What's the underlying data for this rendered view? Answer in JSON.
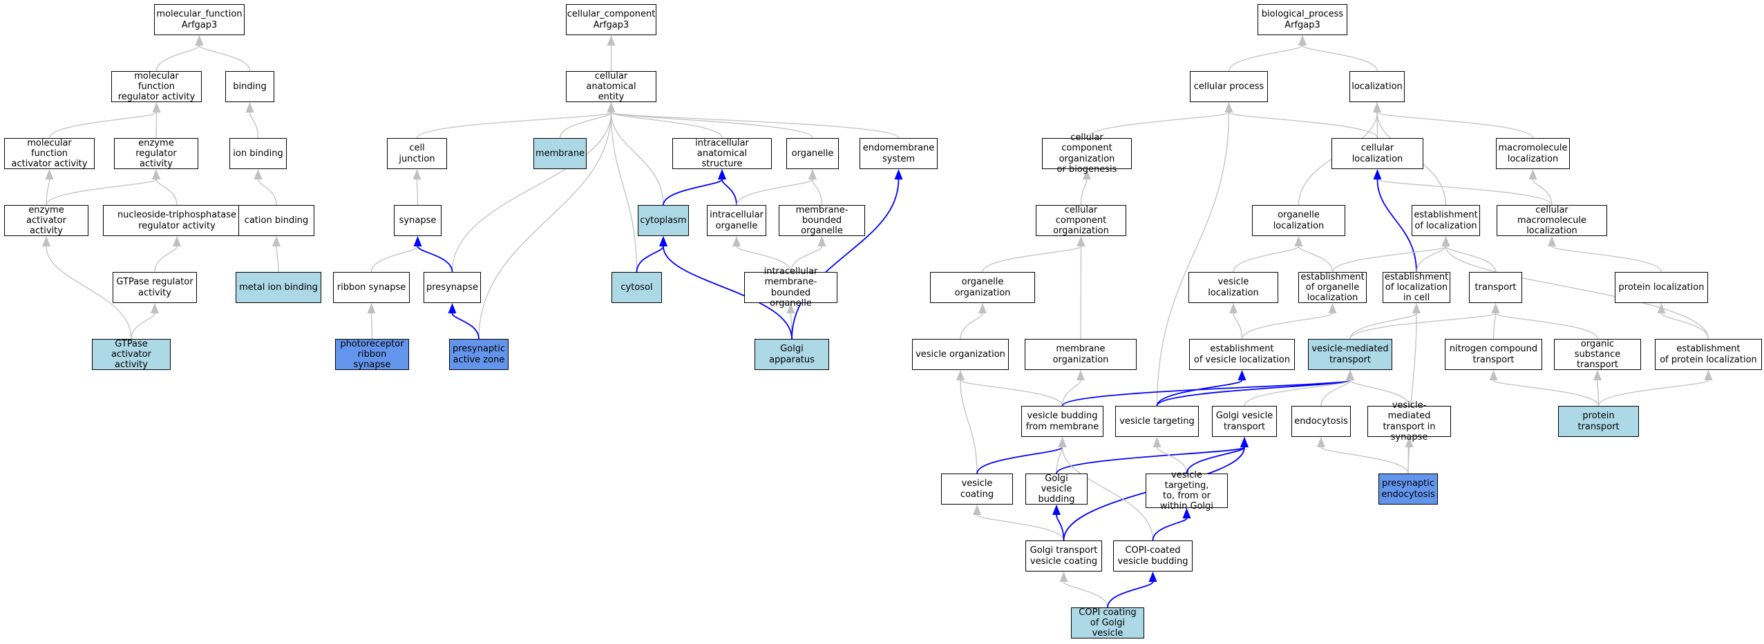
{
  "colors": {
    "default_fill": "#ffffff",
    "annotated_fill": "#add8e6",
    "highlight_fill": "#6495ed",
    "is_a_edge": "#c0c0c0",
    "part_of_edge": "#0000ff"
  },
  "nodes": [
    {
      "id": "mf",
      "label": "molecular_function\nArfgap3",
      "fill": "default"
    },
    {
      "id": "mfra",
      "label": "molecular function\nregulator activity",
      "fill": "default"
    },
    {
      "id": "binding",
      "label": "binding",
      "fill": "default"
    },
    {
      "id": "mfaa",
      "label": "molecular function\nactivator activity",
      "fill": "default"
    },
    {
      "id": "era",
      "label": "enzyme regulator\nactivity",
      "fill": "default"
    },
    {
      "id": "ionb",
      "label": "ion binding",
      "fill": "default"
    },
    {
      "id": "eaa",
      "label": "enzyme activator\nactivity",
      "fill": "default"
    },
    {
      "id": "ntpra",
      "label": "nucleoside-triphosphatase\nregulator activity",
      "fill": "default"
    },
    {
      "id": "cationb",
      "label": "cation binding",
      "fill": "default"
    },
    {
      "id": "gtpra",
      "label": "GTPase regulator\nactivity",
      "fill": "default"
    },
    {
      "id": "metalb",
      "label": "metal ion binding",
      "fill": "annotated"
    },
    {
      "id": "gtpaa",
      "label": "GTPase activator\nactivity",
      "fill": "annotated"
    },
    {
      "id": "cc",
      "label": "cellular_component\nArfgap3",
      "fill": "default"
    },
    {
      "id": "cae",
      "label": "cellular anatomical\nentity",
      "fill": "default"
    },
    {
      "id": "celljunction",
      "label": "cell junction",
      "fill": "default"
    },
    {
      "id": "membrane",
      "label": "membrane",
      "fill": "annotated"
    },
    {
      "id": "ias",
      "label": "intracellular\nanatomical structure",
      "fill": "default"
    },
    {
      "id": "organelle",
      "label": "organelle",
      "fill": "default"
    },
    {
      "id": "endomem",
      "label": "endomembrane\nsystem",
      "fill": "default"
    },
    {
      "id": "synapse",
      "label": "synapse",
      "fill": "default"
    },
    {
      "id": "cytoplasm",
      "label": "cytoplasm",
      "fill": "annotated"
    },
    {
      "id": "intraorg",
      "label": "intracellular\norganelle",
      "fill": "default"
    },
    {
      "id": "mbo",
      "label": "membrane-bounded\norganelle",
      "fill": "default"
    },
    {
      "id": "ribbon",
      "label": "ribbon synapse",
      "fill": "default"
    },
    {
      "id": "presyn",
      "label": "presynapse",
      "fill": "default"
    },
    {
      "id": "cytosol",
      "label": "cytosol",
      "fill": "annotated"
    },
    {
      "id": "imbo",
      "label": "intracellular\nmembrane-bounded\norganelle",
      "fill": "default"
    },
    {
      "id": "photoribbon",
      "label": "photoreceptor\nribbon synapse",
      "fill": "highlight"
    },
    {
      "id": "activezone",
      "label": "presynaptic\nactive zone",
      "fill": "highlight"
    },
    {
      "id": "golgi",
      "label": "Golgi apparatus",
      "fill": "annotated"
    },
    {
      "id": "bp",
      "label": "biological_process\nArfgap3",
      "fill": "default"
    },
    {
      "id": "cellproc",
      "label": "cellular process",
      "fill": "default"
    },
    {
      "id": "localization",
      "label": "localization",
      "fill": "default"
    },
    {
      "id": "ccob",
      "label": "cellular component\norganization\nor biogenesis",
      "fill": "default"
    },
    {
      "id": "celloc",
      "label": "cellular localization",
      "fill": "default"
    },
    {
      "id": "macroloc",
      "label": "macromolecule\nlocalization",
      "fill": "default"
    },
    {
      "id": "cco",
      "label": "cellular component\norganization",
      "fill": "default"
    },
    {
      "id": "orgloc",
      "label": "organelle localization",
      "fill": "default"
    },
    {
      "id": "estloc",
      "label": "establishment\nof localization",
      "fill": "default"
    },
    {
      "id": "cmacroloc",
      "label": "cellular macromolecule\nlocalization",
      "fill": "default"
    },
    {
      "id": "orgorg",
      "label": "organelle organization",
      "fill": "default"
    },
    {
      "id": "vesloc",
      "label": "vesicle localization",
      "fill": "default"
    },
    {
      "id": "estorgloc",
      "label": "establishment\nof organelle\nlocalization",
      "fill": "default"
    },
    {
      "id": "estlocincell",
      "label": "establishment\nof localization\nin cell",
      "fill": "default"
    },
    {
      "id": "transport",
      "label": "transport",
      "fill": "default"
    },
    {
      "id": "protloc",
      "label": "protein localization",
      "fill": "default"
    },
    {
      "id": "vesorg",
      "label": "vesicle organization",
      "fill": "default"
    },
    {
      "id": "memorg",
      "label": "membrane organization",
      "fill": "default"
    },
    {
      "id": "estvesloc",
      "label": "establishment\nof vesicle localization",
      "fill": "default"
    },
    {
      "id": "vmt",
      "label": "vesicle-mediated\ntransport",
      "fill": "annotated"
    },
    {
      "id": "nct",
      "label": "nitrogen compound\ntransport",
      "fill": "default"
    },
    {
      "id": "ost",
      "label": "organic substance\ntransport",
      "fill": "default"
    },
    {
      "id": "estprotloc",
      "label": "establishment\nof protein localization",
      "fill": "default"
    },
    {
      "id": "vbfm",
      "label": "vesicle budding\nfrom membrane",
      "fill": "default"
    },
    {
      "id": "vestarget",
      "label": "vesicle targeting",
      "fill": "default"
    },
    {
      "id": "gvt",
      "label": "Golgi vesicle\ntransport",
      "fill": "default"
    },
    {
      "id": "endocytosis",
      "label": "endocytosis",
      "fill": "default"
    },
    {
      "id": "vmtsyn",
      "label": "vesicle-mediated\ntransport in\nsynapse",
      "fill": "default"
    },
    {
      "id": "prottrans",
      "label": "protein transport",
      "fill": "annotated"
    },
    {
      "id": "vescoat",
      "label": "vesicle coating",
      "fill": "default"
    },
    {
      "id": "gvb",
      "label": "Golgi vesicle\nbudding",
      "fill": "default"
    },
    {
      "id": "vtgolgi",
      "label": "vesicle targeting,\nto, from or\nwithin Golgi",
      "fill": "default"
    },
    {
      "id": "presynendo",
      "label": "presynaptic\nendocytosis",
      "fill": "highlight"
    },
    {
      "id": "gtvc",
      "label": "Golgi transport\nvesicle coating",
      "fill": "default"
    },
    {
      "id": "copivb",
      "label": "COPI-coated\nvesicle budding",
      "fill": "default"
    },
    {
      "id": "copicoat",
      "label": "COPI coating\nof Golgi vesicle",
      "fill": "annotated"
    }
  ],
  "edges": [
    {
      "from": "mfra",
      "to": "mf",
      "type": "is_a"
    },
    {
      "from": "binding",
      "to": "mf",
      "type": "is_a"
    },
    {
      "from": "mfaa",
      "to": "mfra",
      "type": "is_a"
    },
    {
      "from": "era",
      "to": "mfra",
      "type": "is_a"
    },
    {
      "from": "ionb",
      "to": "binding",
      "type": "is_a"
    },
    {
      "from": "eaa",
      "to": "mfaa",
      "type": "is_a"
    },
    {
      "from": "eaa",
      "to": "era",
      "type": "is_a"
    },
    {
      "from": "ntpra",
      "to": "era",
      "type": "is_a"
    },
    {
      "from": "cationb",
      "to": "ionb",
      "type": "is_a"
    },
    {
      "from": "gtpra",
      "to": "ntpra",
      "type": "is_a"
    },
    {
      "from": "metalb",
      "to": "cationb",
      "type": "is_a"
    },
    {
      "from": "gtpaa",
      "to": "eaa",
      "type": "is_a"
    },
    {
      "from": "gtpaa",
      "to": "gtpra",
      "type": "is_a"
    },
    {
      "from": "cae",
      "to": "cc",
      "type": "is_a"
    },
    {
      "from": "celljunction",
      "to": "cae",
      "type": "is_a"
    },
    {
      "from": "membrane",
      "to": "cae",
      "type": "is_a"
    },
    {
      "from": "ias",
      "to": "cae",
      "type": "is_a"
    },
    {
      "from": "organelle",
      "to": "cae",
      "type": "is_a"
    },
    {
      "from": "endomem",
      "to": "cae",
      "type": "is_a"
    },
    {
      "from": "cytoplasm",
      "to": "cae",
      "type": "is_a"
    },
    {
      "from": "presyn",
      "to": "cae",
      "type": "is_a"
    },
    {
      "from": "activezone",
      "to": "cae",
      "type": "is_a"
    },
    {
      "from": "cytosol",
      "to": "cae",
      "type": "is_a"
    },
    {
      "from": "synapse",
      "to": "celljunction",
      "type": "is_a"
    },
    {
      "from": "ribbon",
      "to": "synapse",
      "type": "is_a"
    },
    {
      "from": "presyn",
      "to": "synapse",
      "type": "part_of"
    },
    {
      "from": "photoribbon",
      "to": "ribbon",
      "type": "is_a"
    },
    {
      "from": "activezone",
      "to": "presyn",
      "type": "part_of"
    },
    {
      "from": "cytoplasm",
      "to": "ias",
      "type": "part_of"
    },
    {
      "from": "intraorg",
      "to": "ias",
      "type": "part_of"
    },
    {
      "from": "intraorg",
      "to": "organelle",
      "type": "is_a"
    },
    {
      "from": "mbo",
      "to": "organelle",
      "type": "is_a"
    },
    {
      "from": "cytosol",
      "to": "cytoplasm",
      "type": "part_of"
    },
    {
      "from": "imbo",
      "to": "intraorg",
      "type": "is_a"
    },
    {
      "from": "imbo",
      "to": "mbo",
      "type": "is_a"
    },
    {
      "from": "golgi",
      "to": "imbo",
      "type": "is_a"
    },
    {
      "from": "golgi",
      "to": "cytoplasm",
      "type": "part_of"
    },
    {
      "from": "golgi",
      "to": "endomem",
      "type": "part_of"
    },
    {
      "from": "cellproc",
      "to": "bp",
      "type": "is_a"
    },
    {
      "from": "localization",
      "to": "bp",
      "type": "is_a"
    },
    {
      "from": "ccob",
      "to": "cellproc",
      "type": "is_a"
    },
    {
      "from": "celloc",
      "to": "cellproc",
      "type": "is_a"
    },
    {
      "from": "celloc",
      "to": "localization",
      "type": "is_a"
    },
    {
      "from": "macroloc",
      "to": "localization",
      "type": "is_a"
    },
    {
      "from": "orgloc",
      "to": "localization",
      "type": "is_a"
    },
    {
      "from": "estloc",
      "to": "localization",
      "type": "is_a"
    },
    {
      "from": "vestarget",
      "to": "cellproc",
      "type": "is_a"
    },
    {
      "from": "cco",
      "to": "ccob",
      "type": "is_a"
    },
    {
      "from": "cmacroloc",
      "to": "celloc",
      "type": "is_a"
    },
    {
      "from": "cmacroloc",
      "to": "macroloc",
      "type": "is_a"
    },
    {
      "from": "estlocincell",
      "to": "celloc",
      "type": "part_of"
    },
    {
      "from": "orgorg",
      "to": "cco",
      "type": "is_a"
    },
    {
      "from": "memorg",
      "to": "cco",
      "type": "is_a"
    },
    {
      "from": "vesloc",
      "to": "orgloc",
      "type": "is_a"
    },
    {
      "from": "estorgloc",
      "to": "orgloc",
      "type": "is_a"
    },
    {
      "from": "estorgloc",
      "to": "estloc",
      "type": "is_a"
    },
    {
      "from": "estlocincell",
      "to": "estloc",
      "type": "is_a"
    },
    {
      "from": "transport",
      "to": "estloc",
      "type": "is_a"
    },
    {
      "from": "estprotloc",
      "to": "estloc",
      "type": "is_a"
    },
    {
      "from": "protloc",
      "to": "cmacroloc",
      "type": "is_a"
    },
    {
      "from": "vesorg",
      "to": "orgorg",
      "type": "is_a"
    },
    {
      "from": "estvesloc",
      "to": "vesloc",
      "type": "is_a"
    },
    {
      "from": "estvesloc",
      "to": "estorgloc",
      "type": "is_a"
    },
    {
      "from": "vmt",
      "to": "estlocincell",
      "type": "is_a"
    },
    {
      "from": "vmt",
      "to": "transport",
      "type": "is_a"
    },
    {
      "from": "nct",
      "to": "transport",
      "type": "is_a"
    },
    {
      "from": "ost",
      "to": "transport",
      "type": "is_a"
    },
    {
      "from": "estprotloc",
      "to": "protloc",
      "type": "is_a"
    },
    {
      "from": "vbfm",
      "to": "vesorg",
      "type": "is_a"
    },
    {
      "from": "vbfm",
      "to": "memorg",
      "type": "is_a"
    },
    {
      "from": "vbfm",
      "to": "vmt",
      "type": "part_of"
    },
    {
      "from": "vestarget",
      "to": "estvesloc",
      "type": "part_of"
    },
    {
      "from": "vestarget",
      "to": "vmt",
      "type": "part_of"
    },
    {
      "from": "gvt",
      "to": "vmt",
      "type": "is_a"
    },
    {
      "from": "endocytosis",
      "to": "vmt",
      "type": "is_a"
    },
    {
      "from": "vmtsyn",
      "to": "vmt",
      "type": "is_a"
    },
    {
      "from": "prottrans",
      "to": "nct",
      "type": "is_a"
    },
    {
      "from": "prottrans",
      "to": "ost",
      "type": "is_a"
    },
    {
      "from": "prottrans",
      "to": "estprotloc",
      "type": "is_a"
    },
    {
      "from": "vescoat",
      "to": "vesorg",
      "type": "is_a"
    },
    {
      "from": "vescoat",
      "to": "vbfm",
      "type": "part_of"
    },
    {
      "from": "gvb",
      "to": "vbfm",
      "type": "is_a"
    },
    {
      "from": "gvb",
      "to": "gvt",
      "type": "part_of"
    },
    {
      "from": "vtgolgi",
      "to": "vestarget",
      "type": "is_a"
    },
    {
      "from": "vtgolgi",
      "to": "gvt",
      "type": "part_of"
    },
    {
      "from": "presynendo",
      "to": "endocytosis",
      "type": "is_a"
    },
    {
      "from": "presynendo",
      "to": "vmtsyn",
      "type": "is_a"
    },
    {
      "from": "presynendo",
      "to": "estlocincell",
      "type": "is_a"
    },
    {
      "from": "gtvc",
      "to": "vescoat",
      "type": "is_a"
    },
    {
      "from": "gtvc",
      "to": "gvb",
      "type": "part_of"
    },
    {
      "from": "gtvc",
      "to": "gvt",
      "type": "part_of"
    },
    {
      "from": "copivb",
      "to": "vbfm",
      "type": "is_a"
    },
    {
      "from": "copivb",
      "to": "vtgolgi",
      "type": "part_of"
    },
    {
      "from": "copicoat",
      "to": "gtvc",
      "type": "is_a"
    },
    {
      "from": "copicoat",
      "to": "copivb",
      "type": "part_of"
    }
  ]
}
